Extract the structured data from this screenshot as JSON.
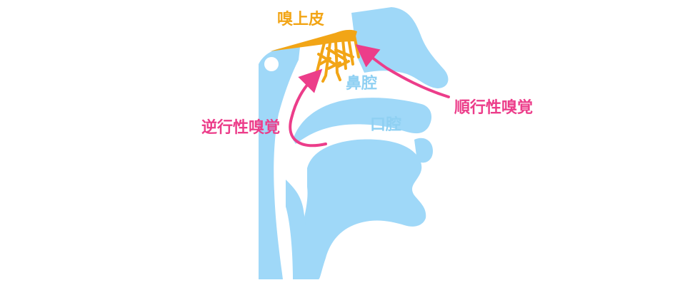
{
  "labels": {
    "olfactory_epithelium": "嗅上皮",
    "nasal_cavity": "鼻腔",
    "oral_cavity": "口腔",
    "retronasal": "逆行性嗅覚",
    "orthonasal": "順行性嗅覚"
  },
  "colors": {
    "anatomy": "#9fd8f8",
    "epithelium": "#f2a516",
    "arrow": "#ec3d8a",
    "cavity_text": "#8fd0f2",
    "background": "#ffffff"
  }
}
